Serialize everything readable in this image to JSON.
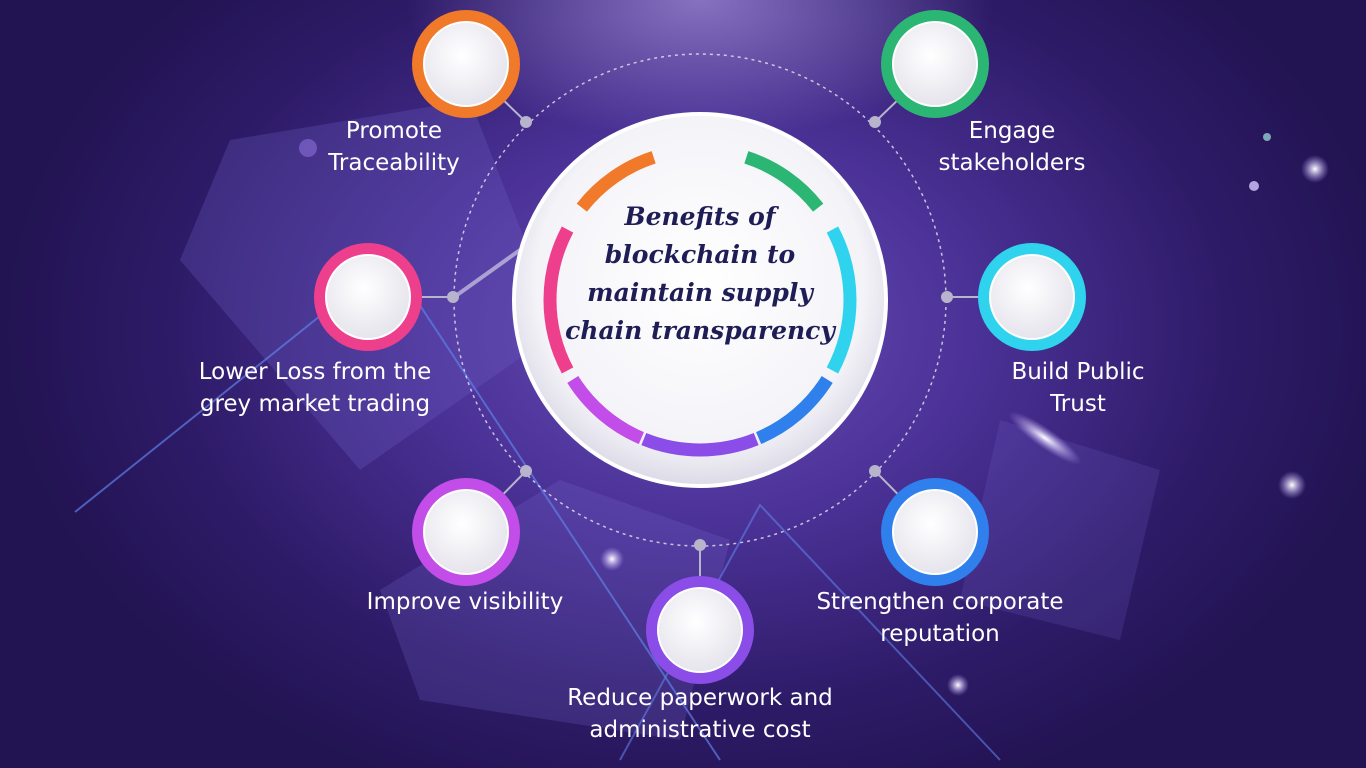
{
  "title": "Benefits of\nblockchain to\nmaintain supply\nchain transparency",
  "benefits": [
    {
      "label": "Promote\nTraceability",
      "color": "#f07a2a"
    },
    {
      "label": "Engage\nstakeholders",
      "color": "#2bb673"
    },
    {
      "label": "Lower Loss from the\ngrey market trading",
      "color": "#ee3f8c"
    },
    {
      "label": "Build Public\nTrust",
      "color": "#2fd3ee"
    },
    {
      "label": "Improve visibility",
      "color": "#c24de8"
    },
    {
      "label": "Reduce paperwork and\nadministrative cost",
      "color": "#8a4de8"
    },
    {
      "label": "Strengthen corporate\nreputation",
      "color": "#2f80ed"
    }
  ],
  "colors": {
    "ring": "#e8e6f2",
    "connector": "#b8b4cc",
    "title_text": "#1f1d56"
  }
}
